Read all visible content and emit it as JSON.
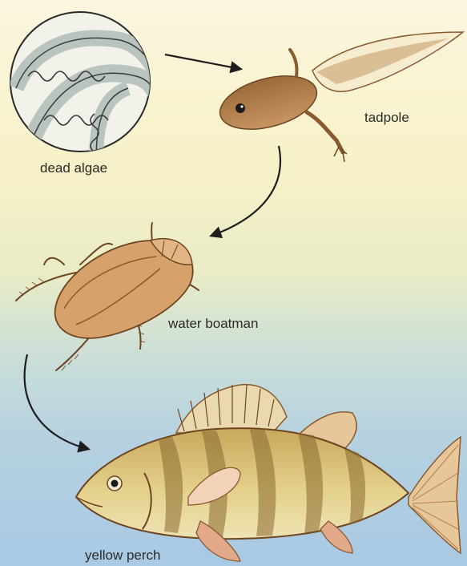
{
  "diagram": {
    "type": "food-chain",
    "organisms": [
      {
        "id": "algae",
        "label": "dead algae"
      },
      {
        "id": "tadpole",
        "label": "tadpole"
      },
      {
        "id": "boatman",
        "label": "water boatman"
      },
      {
        "id": "perch",
        "label": "yellow perch"
      }
    ],
    "arrows": [
      {
        "from": "dead algae",
        "to": "tadpole"
      },
      {
        "from": "tadpole",
        "to": "water boatman"
      },
      {
        "from": "water boatman",
        "to": "yellow perch"
      }
    ]
  },
  "colors": {
    "background_top": "#fbf6de",
    "background_bottom": "#a9c9e4",
    "arrow": "#1e1e1e",
    "tadpole": "#b5814a",
    "boatman": "#c9935c",
    "perch": "#d9c27a",
    "perch_fin": "#e2a88a"
  },
  "icons": [
    "algae-magnified-icon",
    "tadpole-icon",
    "water-boatman-icon",
    "yellow-perch-icon"
  ]
}
